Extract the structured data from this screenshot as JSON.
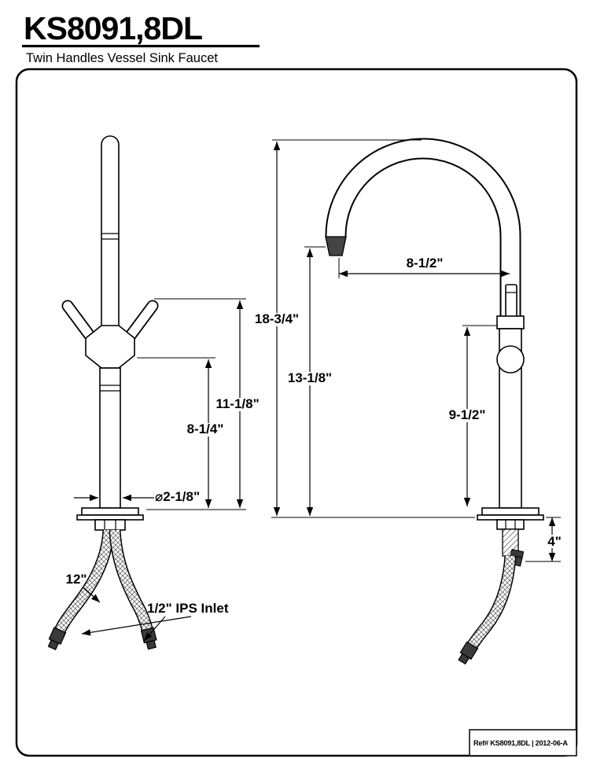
{
  "header": {
    "model": "KS8091,8DL",
    "subtitle": "Twin Handles Vessel Sink Faucet"
  },
  "front_view": {
    "overall_height": "11-1/8\"",
    "upper_body_height": "8-1/4\"",
    "base_diameter": "⌀2-1/8\"",
    "hose_length": "12\"",
    "inlet": "1/2\" IPS Inlet"
  },
  "side_view": {
    "overall_height": "18-3/4\"",
    "spout_height": "13-1/8\"",
    "spout_reach": "8-1/2\"",
    "body_height": "9-1/2\"",
    "shank_height": "4\""
  },
  "footer": {
    "ref": "Ref# KS8091,8DL | 2012-06-A"
  }
}
